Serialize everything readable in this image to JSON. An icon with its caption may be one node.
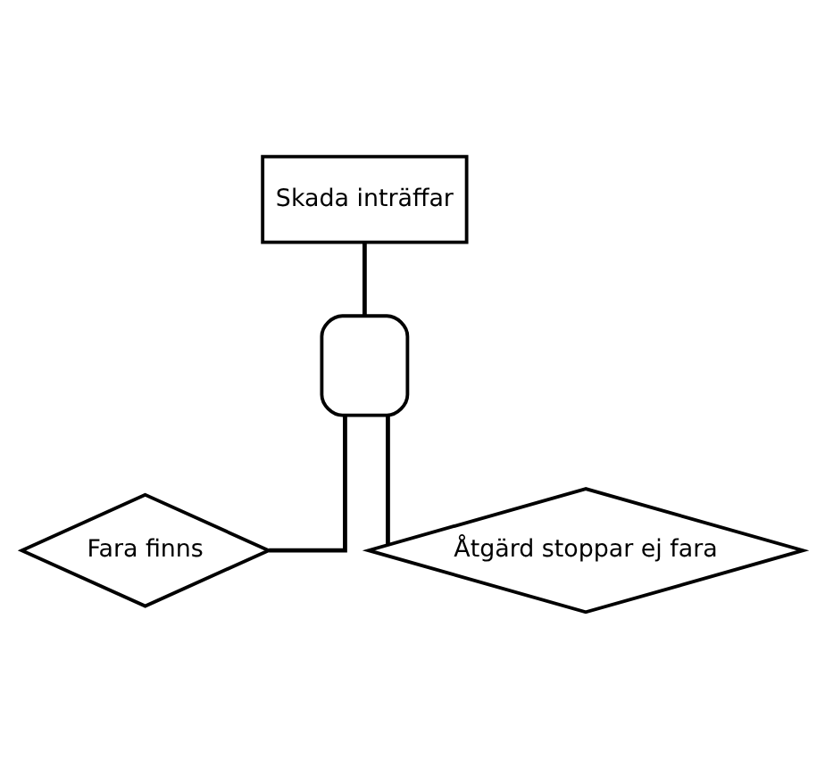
{
  "diagram": {
    "nodes": [
      {
        "text": [
          "Skada inträffar"
        ]
      },
      {
        "text": [],
        "shape": "gate"
      },
      {
        "text": [
          "Fara finns"
        ]
      },
      {
        "text": [
          "Åtgärd stoppar ej fara"
        ]
      }
    ],
    "edges": [
      {
        "from": 0,
        "to": 1,
        "arrow": "none"
      },
      {
        "from": 1,
        "to": 2,
        "arrow": "none"
      },
      {
        "from": 1,
        "to": 3,
        "arrow": "none"
      }
    ]
  }
}
